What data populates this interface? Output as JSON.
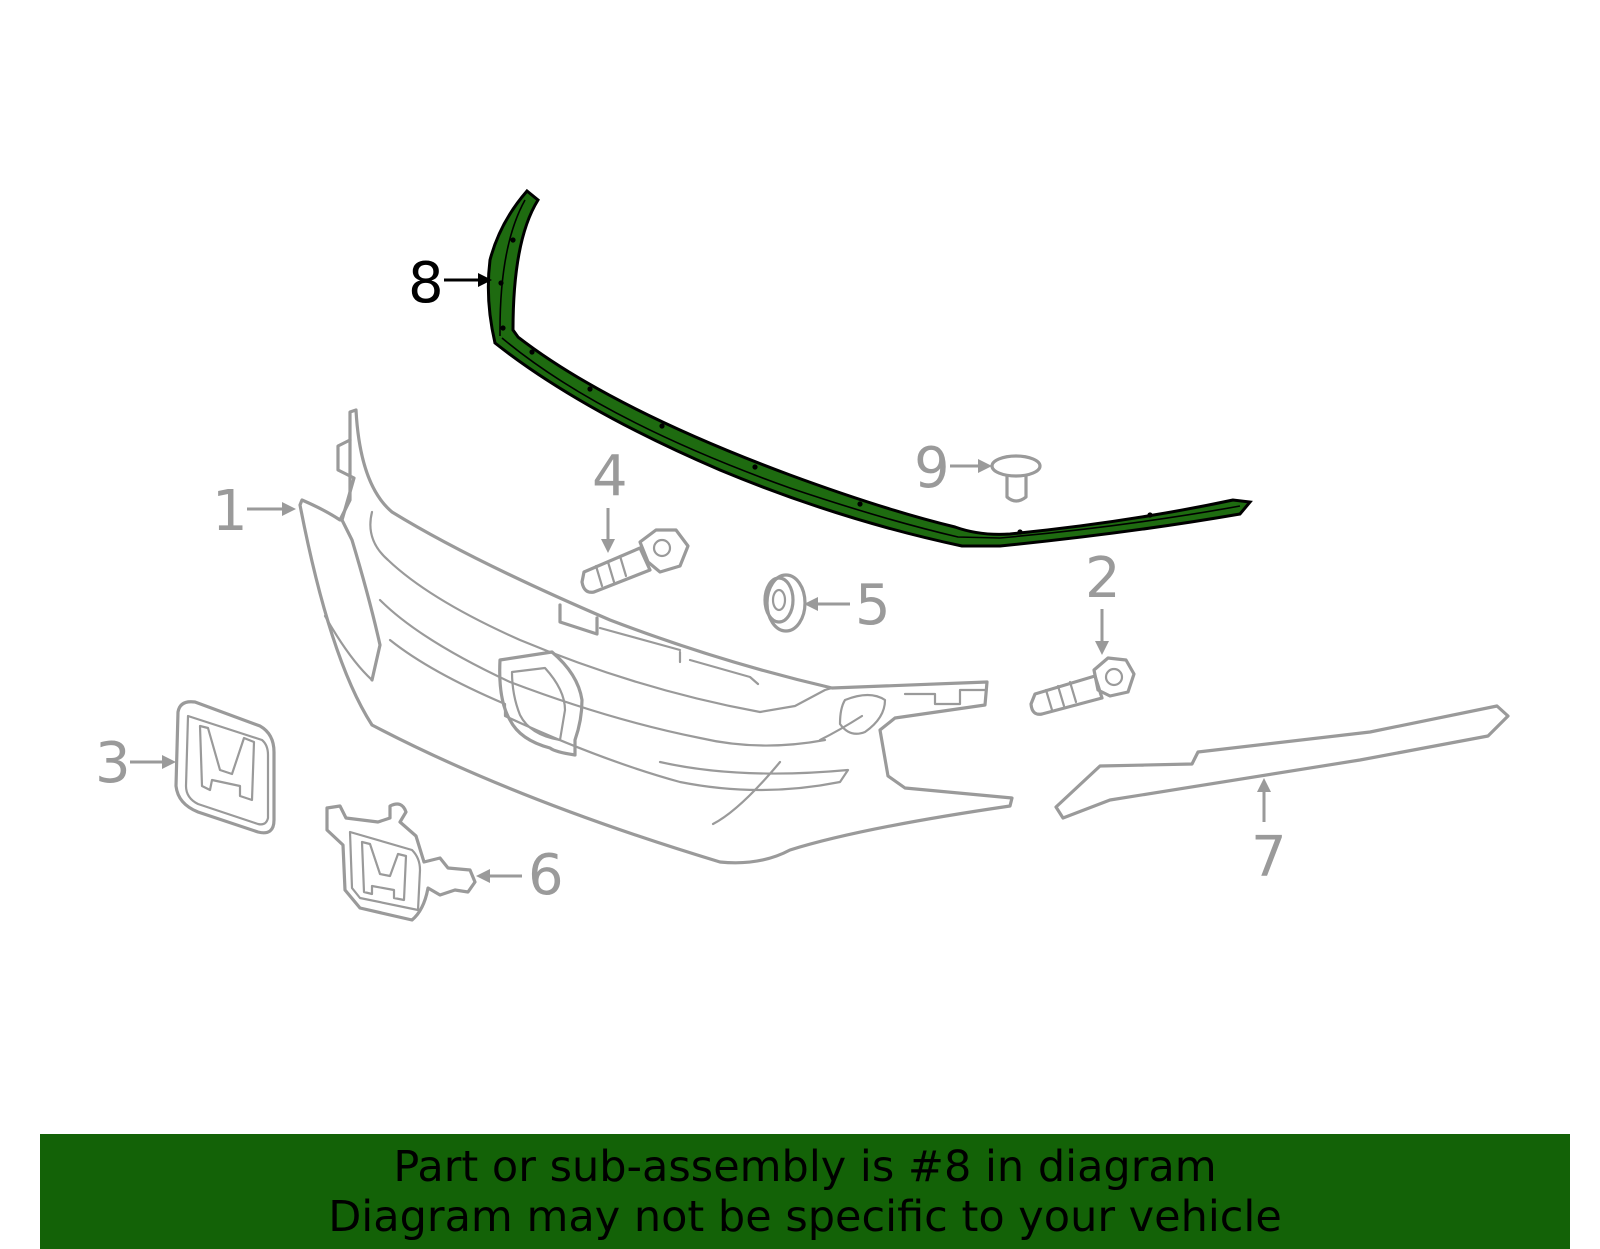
{
  "callouts": {
    "c1": "1",
    "c2": "2",
    "c3": "3",
    "c4": "4",
    "c5": "5",
    "c6": "6",
    "c7": "7",
    "c8": "8",
    "c9": "9"
  },
  "highlighted_part": "8",
  "colors": {
    "highlight_fill": "#1e6b10",
    "line_gray": "#9a9a9a",
    "banner_bg": "#136207",
    "banner_text": "#000000"
  },
  "banner": {
    "line1": "Part or sub-assembly is #8 in diagram",
    "line2": "Diagram may not be specific to your vehicle"
  }
}
